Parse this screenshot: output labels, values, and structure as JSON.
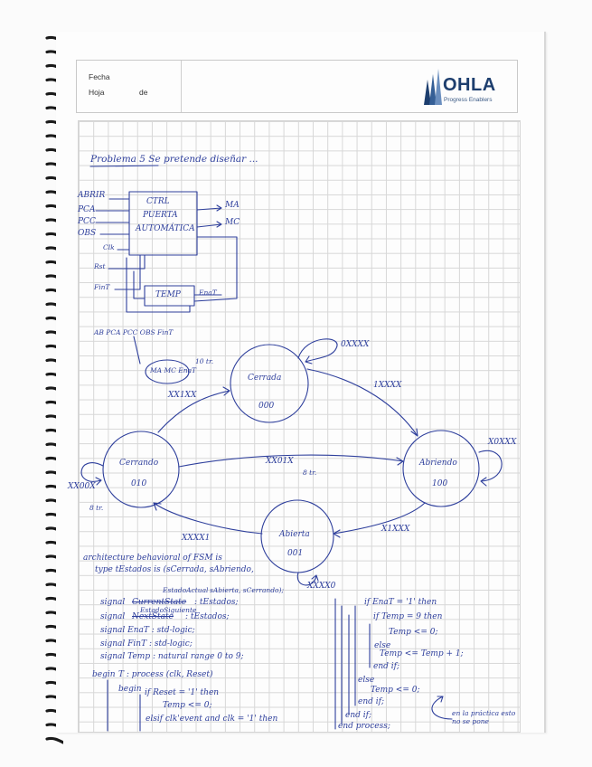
{
  "header": {
    "fecha_label": "Fecha",
    "hoja_label": "Hoja",
    "de_label": "de"
  },
  "logo": {
    "name": "OHLA",
    "tagline": "Progress Enablers",
    "color": "#1d3e6e"
  },
  "ink_color": "#2e3f9c",
  "title": "Problema 5  Se pretende diseñar ...",
  "block_diagram": {
    "block_label_lines": [
      "CTRL",
      "PUERTA",
      "AUTOMÁTICA"
    ],
    "inputs": [
      "ABRIR",
      "PCA",
      "PCC",
      "OBS"
    ],
    "outputs": [
      "MA",
      "MC"
    ],
    "signals": [
      "Clk",
      "Rst",
      "FinT"
    ],
    "temp_block": "TEMP",
    "temp_out": "EnaT"
  },
  "state_diagram": {
    "input_order_legend": "AB PCA PCC  OBS FinT",
    "output_legend": "MA MC EnaT",
    "states": [
      {
        "name": "Cerrada",
        "code": "000"
      },
      {
        "name": "Abriendo",
        "code": "100"
      },
      {
        "name": "Abierta",
        "code": "001"
      },
      {
        "name": "Cerrando",
        "code": "010"
      }
    ],
    "transitions": [
      {
        "label": "0XXXX"
      },
      {
        "label": "1XXXX"
      },
      {
        "label": "X0XXX"
      },
      {
        "label": "XX01X"
      },
      {
        "label": "X1XXX"
      },
      {
        "label": "XXXX0"
      },
      {
        "label": "XXXX1"
      },
      {
        "label": "XX1XX"
      },
      {
        "label": "XX00X"
      }
    ],
    "notes": [
      "10 tr.",
      "8 tr.",
      "8 tr."
    ]
  },
  "code": {
    "line1": "architecture behavioral of FSM is",
    "line2": "type tEstados is (sCerrada, sAbriendo,",
    "line3": "sAbierta, sCerrando);",
    "line3_prefix": "EstadoActual",
    "sig1_struck": "CurrentState",
    "sig1_rest": ": tEstados;",
    "sig2_above": "EstadoSiguiente",
    "sig2_struck": "NextState",
    "sig2_rest": ": tEstados;",
    "sig3": "signal EnaT : std-logic;",
    "sig4": "signal FinT : std-logic;",
    "sig5": "signal Temp : natural range 0 to 9;",
    "signal_kw": "signal",
    "begin": "begin",
    "process_line": "T : process (clk, Reset)",
    "begin2": "begin",
    "if_reset": "if Reset = '1' then",
    "temp_zero": "Temp <= 0;",
    "elsif_clk": "elsif clk'event and clk = '1' then",
    "if_enat": "if EnaT = '1' then",
    "if_temp9": "if Temp = 9 then",
    "temp_zero2": "Temp <= 0;",
    "else1": "else",
    "temp_inc": "Temp <= Temp + 1;",
    "end_if1": "end if;",
    "else2": "else",
    "temp_zero3": "Temp <= 0;",
    "end_if2": "end if;",
    "end_if3": "end if;",
    "end_process": "end process;",
    "note": "en la práctica esto no se pone"
  }
}
